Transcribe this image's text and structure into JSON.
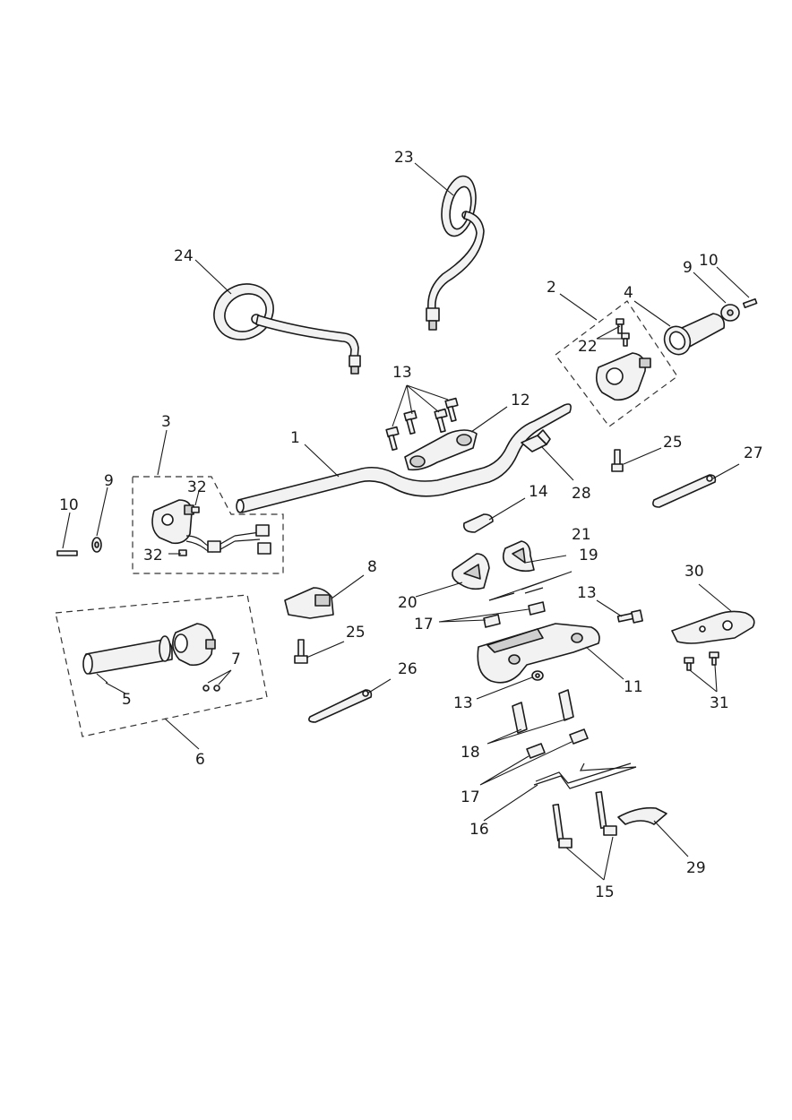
{
  "diagram": {
    "colors": {
      "line": "#1a1a1a",
      "part_fill": "#f2f2f2",
      "shade": "#cfcfcf",
      "background": "#ffffff"
    },
    "callouts": [
      {
        "id": "c1",
        "label": "1"
      },
      {
        "id": "c2",
        "label": "2"
      },
      {
        "id": "c3",
        "label": "3"
      },
      {
        "id": "c4",
        "label": "4"
      },
      {
        "id": "c5",
        "label": "5"
      },
      {
        "id": "c6",
        "label": "6"
      },
      {
        "id": "c7",
        "label": "7"
      },
      {
        "id": "c8",
        "label": "8"
      },
      {
        "id": "c9a",
        "label": "9"
      },
      {
        "id": "c9b",
        "label": "9"
      },
      {
        "id": "c10a",
        "label": "10"
      },
      {
        "id": "c10b",
        "label": "10"
      },
      {
        "id": "c11",
        "label": "11"
      },
      {
        "id": "c12",
        "label": "12"
      },
      {
        "id": "c13a",
        "label": "13"
      },
      {
        "id": "c13b",
        "label": "13"
      },
      {
        "id": "c13c",
        "label": "13"
      },
      {
        "id": "c14",
        "label": "14"
      },
      {
        "id": "c15",
        "label": "15"
      },
      {
        "id": "c16",
        "label": "16"
      },
      {
        "id": "c17a",
        "label": "17"
      },
      {
        "id": "c17b",
        "label": "17"
      },
      {
        "id": "c18",
        "label": "18"
      },
      {
        "id": "c19",
        "label": "19"
      },
      {
        "id": "c20",
        "label": "20"
      },
      {
        "id": "c21",
        "label": "21"
      },
      {
        "id": "c22",
        "label": "22"
      },
      {
        "id": "c23",
        "label": "23"
      },
      {
        "id": "c24",
        "label": "24"
      },
      {
        "id": "c25a",
        "label": "25"
      },
      {
        "id": "c25b",
        "label": "25"
      },
      {
        "id": "c26",
        "label": "26"
      },
      {
        "id": "c27",
        "label": "27"
      },
      {
        "id": "c28",
        "label": "28"
      },
      {
        "id": "c29",
        "label": "29"
      },
      {
        "id": "c30",
        "label": "30"
      },
      {
        "id": "c31",
        "label": "31"
      },
      {
        "id": "c32a",
        "label": "32"
      },
      {
        "id": "c32b",
        "label": "32"
      }
    ]
  }
}
